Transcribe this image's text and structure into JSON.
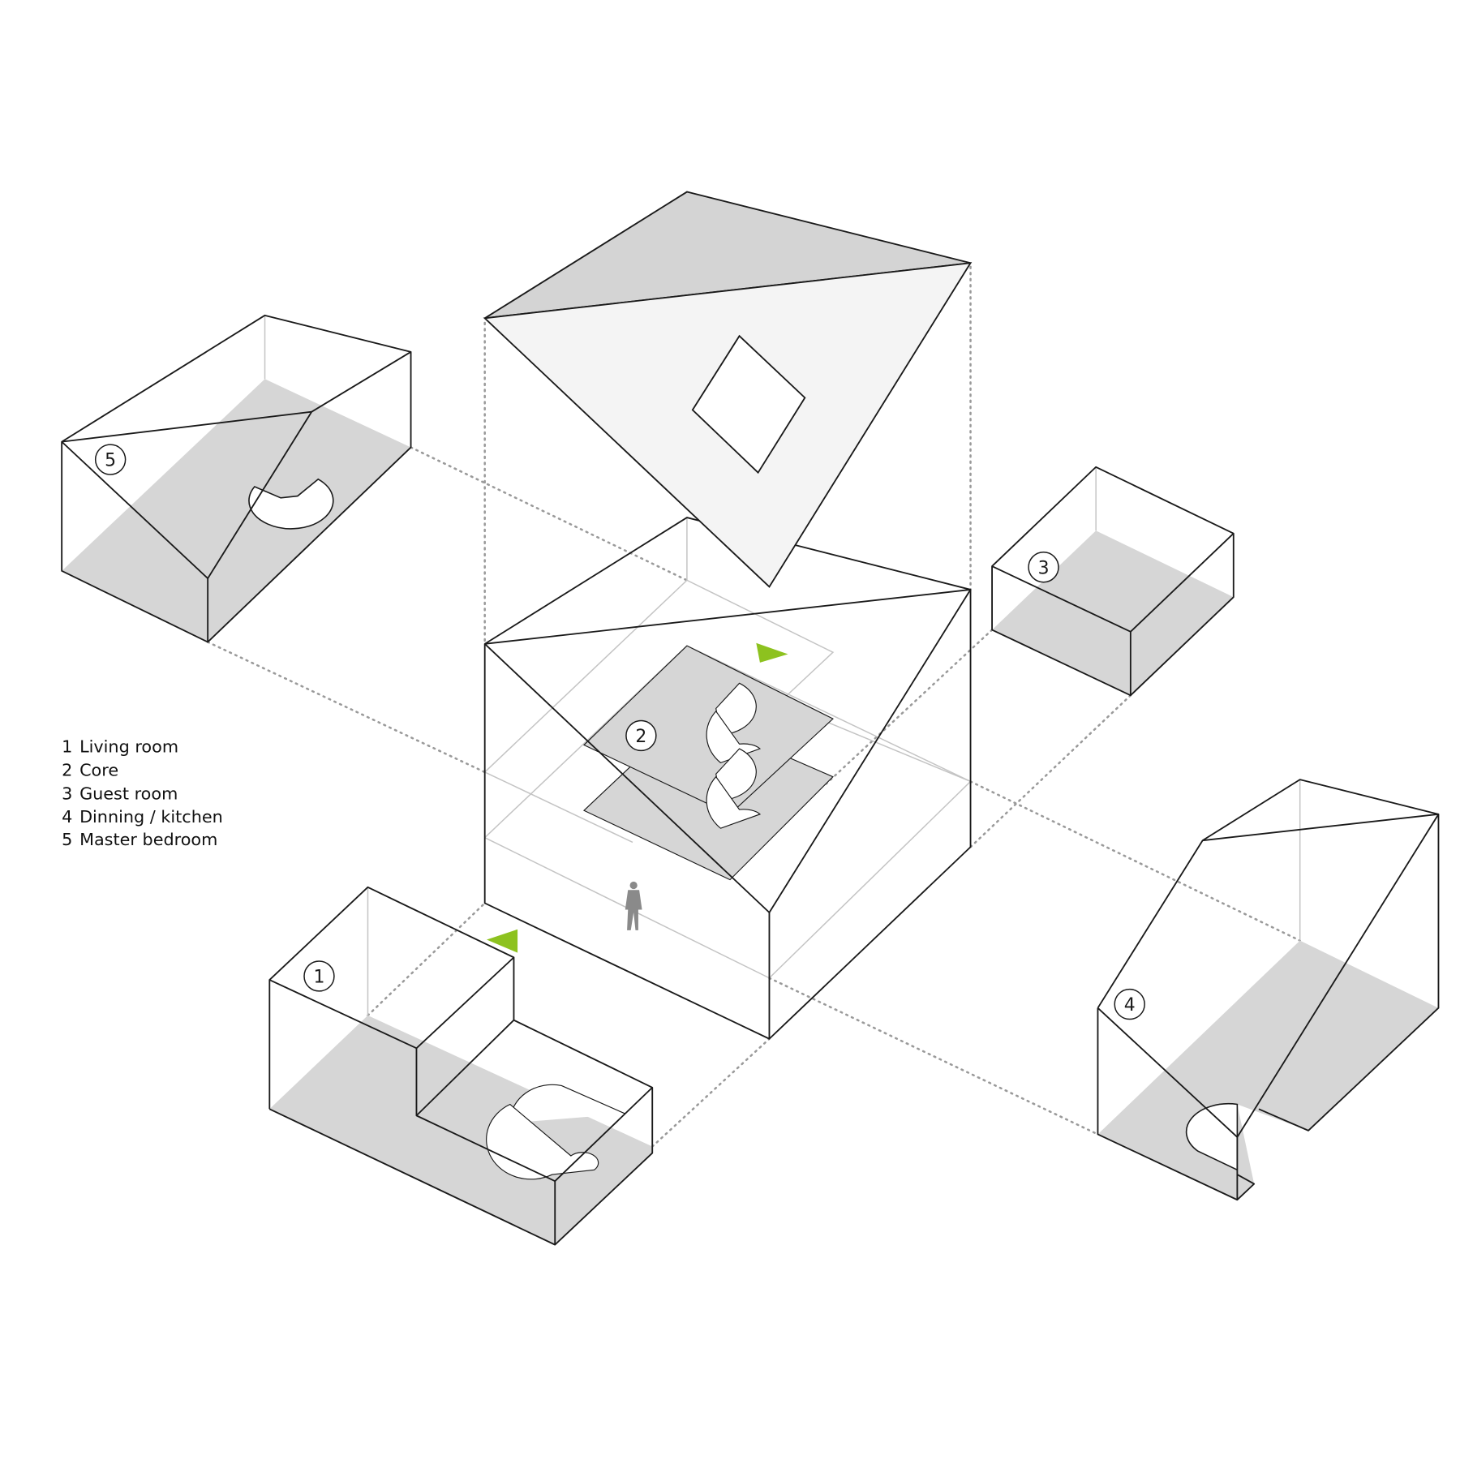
{
  "legend": [
    {
      "num": "1",
      "label": "Living room"
    },
    {
      "num": "2",
      "label": "Core"
    },
    {
      "num": "3",
      "label": "Guest room"
    },
    {
      "num": "4",
      "label": "Dinning / kitchen"
    },
    {
      "num": "5",
      "label": "Master bedroom"
    }
  ],
  "markers": {
    "living": "1",
    "core": "2",
    "guest": "3",
    "dining": "4",
    "master": "5"
  },
  "colors": {
    "accent": "#8dc21f",
    "floor": "#d6d6d6",
    "roof_dark": "#d4d4d4",
    "roof_light": "#f4f4f4"
  }
}
